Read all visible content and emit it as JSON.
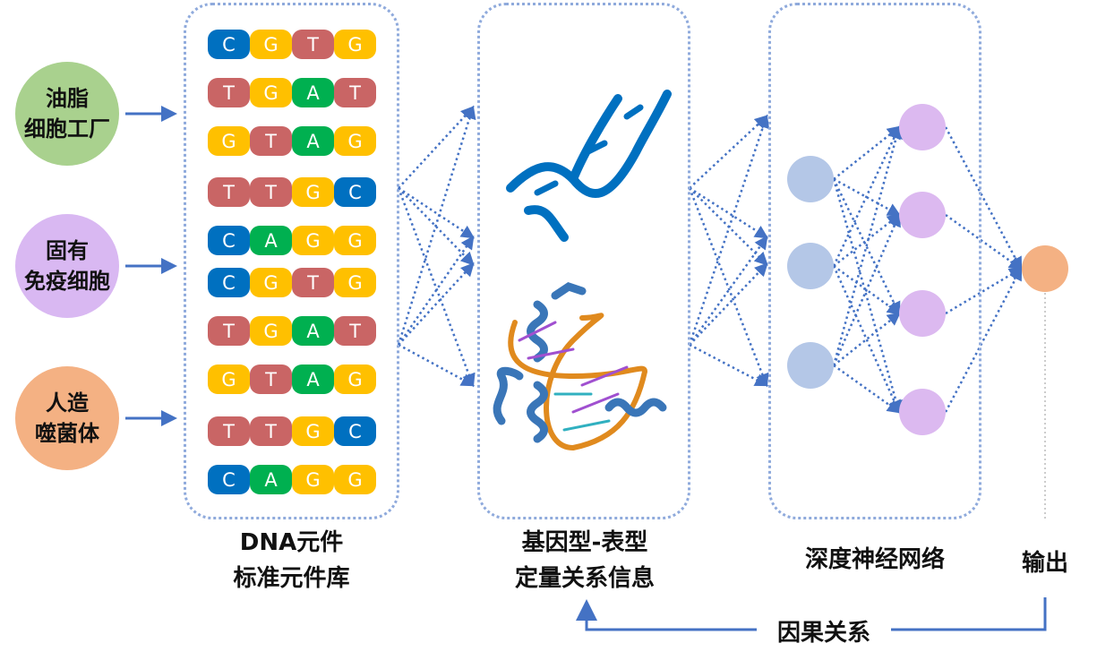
{
  "sources": [
    {
      "label": "油脂\n细胞工厂",
      "color": "#a9d18e"
    },
    {
      "label": "固有\n免疫细胞",
      "color": "#d9b8f2"
    },
    {
      "label": "人造\n噬菌体",
      "color": "#f4b183"
    }
  ],
  "dna_rows": [
    [
      "C",
      "G",
      "T",
      "G"
    ],
    [
      "T",
      "G",
      "A",
      "T"
    ],
    [
      "G",
      "T",
      "A",
      "G"
    ],
    [
      "T",
      "T",
      "G",
      "C"
    ],
    [
      "C",
      "A",
      "G",
      "G"
    ],
    [
      "C",
      "G",
      "T",
      "G"
    ],
    [
      "T",
      "G",
      "A",
      "T"
    ],
    [
      "G",
      "T",
      "A",
      "G"
    ],
    [
      "T",
      "T",
      "G",
      "C"
    ],
    [
      "C",
      "A",
      "G",
      "G"
    ]
  ],
  "base_colors": {
    "C": "#0070c0",
    "G": "#ffc000",
    "T": "#c96565",
    "A": "#00b050"
  },
  "labels": {
    "box1_line1": "DNA元件",
    "box1_line2": "标准元件库",
    "box2_line1": "基因型-表型",
    "box2_line2": "定量关系信息",
    "box3": "深度神经网络",
    "output": "输出",
    "feedback": "因果关系"
  },
  "colors": {
    "arrow": "#4472c4",
    "border": "#8faadc",
    "input_node": "#b4c7e7",
    "hidden_node": "#dcb9f0",
    "output_node": "#f4b183"
  }
}
